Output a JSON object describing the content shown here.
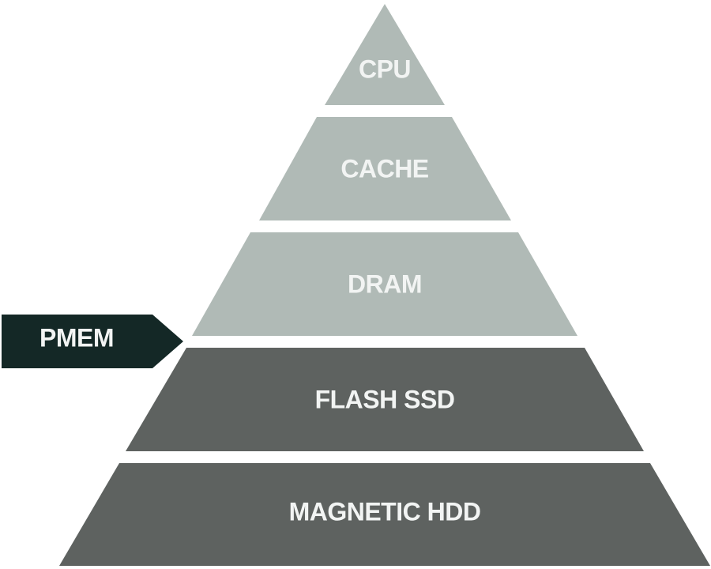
{
  "pyramid": {
    "tiers": [
      {
        "label": "CPU",
        "fill": "#b0bab6",
        "text_color": "#f2f4f3"
      },
      {
        "label": "CACHE",
        "fill": "#b0bab6",
        "text_color": "#f2f4f3"
      },
      {
        "label": "DRAM",
        "fill": "#b0bab6",
        "text_color": "#f2f4f3"
      },
      {
        "label": "FLASH SSD",
        "fill": "#5e6260",
        "text_color": "#f2f4f3"
      },
      {
        "label": "MAGNETIC HDD",
        "fill": "#5e6260",
        "text_color": "#f2f4f3"
      }
    ]
  },
  "pointer": {
    "label": "PMEM",
    "fill": "#142826",
    "text_color": "#f2f4f3"
  }
}
